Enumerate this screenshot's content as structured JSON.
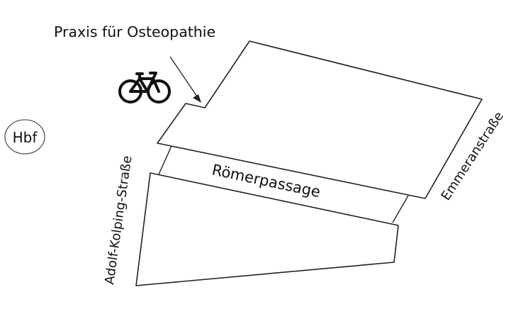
{
  "labels": {
    "practice": "Praxis für Osteopathie",
    "station": "Hbf",
    "street_left": "Adolf-Kolping-Straße",
    "street_right": "Emmeranstraße",
    "passage": "Römerpassage"
  },
  "icons": {
    "bicycle": "bicycle-icon",
    "arrow": "arrow-icon"
  },
  "colors": {
    "line": "#222222",
    "background": "#ffffff"
  }
}
